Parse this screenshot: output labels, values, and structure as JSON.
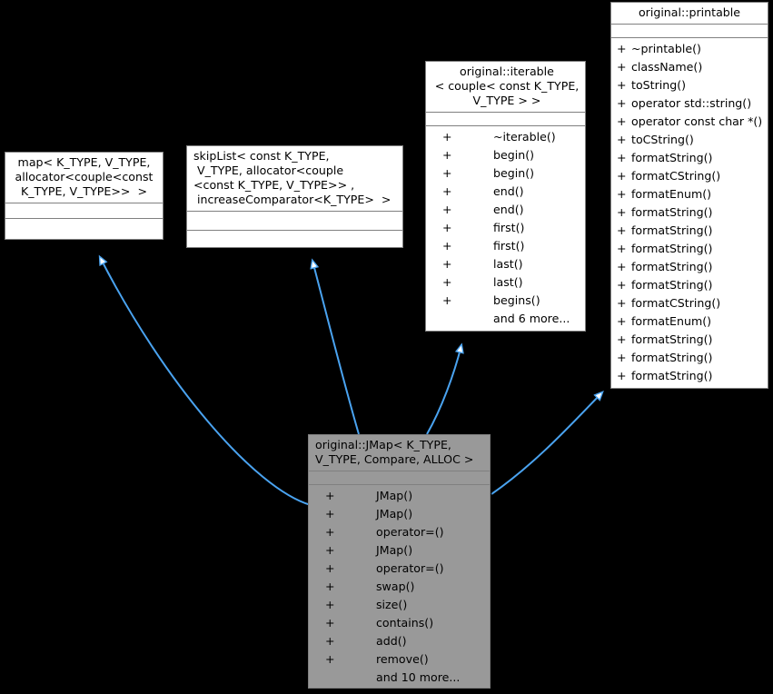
{
  "diagram": {
    "type": "uml-class-diagram",
    "background_color": "#000000",
    "edge_color": "#4aa3f0",
    "box_border_color": "#808080",
    "box_fill_color": "#ffffff",
    "highlight_fill_color": "#999999",
    "relationship": "inheritance"
  },
  "classes": {
    "printable": {
      "name": "original::printable",
      "attributes": [],
      "methods": [
        {
          "visibility": "+",
          "name": "~printable()"
        },
        {
          "visibility": "+",
          "name": "className()"
        },
        {
          "visibility": "+",
          "name": "toString()"
        },
        {
          "visibility": "+",
          "name": "operator std::string()"
        },
        {
          "visibility": "+",
          "name": "operator const char *()"
        },
        {
          "visibility": "+",
          "name": "toCString()"
        },
        {
          "visibility": "+",
          "name": "formatString()"
        },
        {
          "visibility": "+",
          "name": "formatCString()"
        },
        {
          "visibility": "+",
          "name": "formatEnum()"
        },
        {
          "visibility": "+",
          "name": "formatString()"
        },
        {
          "visibility": "+",
          "name": "formatString()"
        },
        {
          "visibility": "+",
          "name": "formatString()"
        },
        {
          "visibility": "+",
          "name": "formatString()"
        },
        {
          "visibility": "+",
          "name": "formatString()"
        },
        {
          "visibility": "+",
          "name": "formatCString()"
        },
        {
          "visibility": "+",
          "name": "formatEnum()"
        },
        {
          "visibility": "+",
          "name": "formatString()"
        },
        {
          "visibility": "+",
          "name": "formatString()"
        },
        {
          "visibility": "+",
          "name": "formatString()"
        }
      ]
    },
    "iterable": {
      "name": "original::iterable\n< couple< const K_TYPE,\nV_TYPE > >",
      "attributes": [],
      "methods": [
        {
          "visibility": "+",
          "name": "~iterable()"
        },
        {
          "visibility": "+",
          "name": "begin()"
        },
        {
          "visibility": "+",
          "name": "begin()"
        },
        {
          "visibility": "+",
          "name": "end()"
        },
        {
          "visibility": "+",
          "name": "end()"
        },
        {
          "visibility": "+",
          "name": "first()"
        },
        {
          "visibility": "+",
          "name": "first()"
        },
        {
          "visibility": "+",
          "name": "last()"
        },
        {
          "visibility": "+",
          "name": "last()"
        },
        {
          "visibility": "+",
          "name": "begins()"
        },
        {
          "visibility": "",
          "name": "and 6 more..."
        }
      ]
    },
    "skiplist": {
      "name": "skipList< const K_TYPE,\n V_TYPE, allocator<couple\n<const K_TYPE, V_TYPE>> ,\n increaseComparator<K_TYPE>  >",
      "attributes": [],
      "methods": []
    },
    "map": {
      "name": "map< K_TYPE, V_TYPE,\nallocator<couple<const\nK_TYPE, V_TYPE>>  >",
      "attributes": [],
      "methods": []
    },
    "jmap": {
      "name": "original::JMap< K_TYPE,\nV_TYPE, Compare, ALLOC >",
      "attributes": [],
      "methods": [
        {
          "visibility": "+",
          "name": "JMap()"
        },
        {
          "visibility": "+",
          "name": "JMap()"
        },
        {
          "visibility": "+",
          "name": "operator=()"
        },
        {
          "visibility": "+",
          "name": "JMap()"
        },
        {
          "visibility": "+",
          "name": "operator=()"
        },
        {
          "visibility": "+",
          "name": "swap()"
        },
        {
          "visibility": "+",
          "name": "size()"
        },
        {
          "visibility": "+",
          "name": "contains()"
        },
        {
          "visibility": "+",
          "name": "add()"
        },
        {
          "visibility": "+",
          "name": "remove()"
        },
        {
          "visibility": "",
          "name": "and 10 more..."
        }
      ]
    }
  },
  "edges": [
    {
      "from": "jmap",
      "to": "map",
      "kind": "inheritance"
    },
    {
      "from": "jmap",
      "to": "skiplist",
      "kind": "inheritance"
    },
    {
      "from": "jmap",
      "to": "iterable",
      "kind": "inheritance"
    },
    {
      "from": "jmap",
      "to": "printable",
      "kind": "inheritance"
    }
  ]
}
